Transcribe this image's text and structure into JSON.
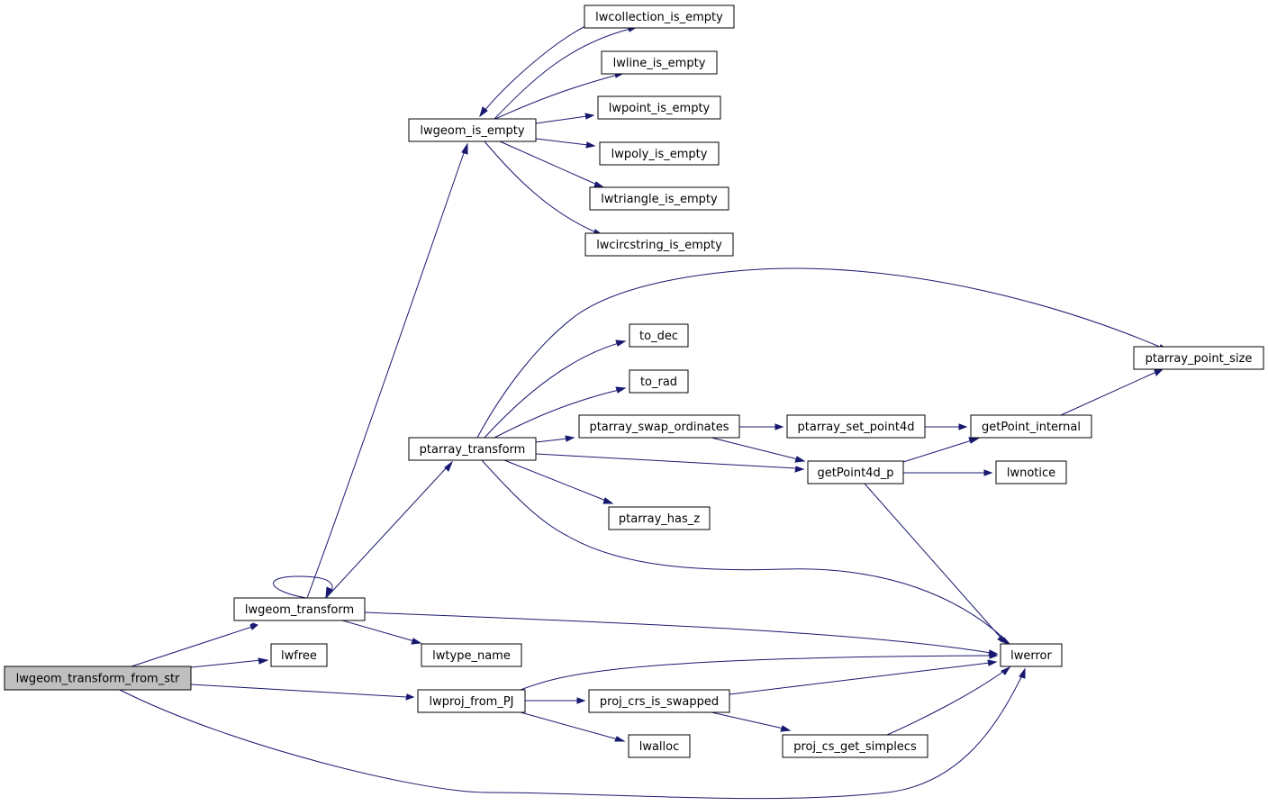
{
  "colors": {
    "edge": "#191970",
    "node_fill": "#ffffff",
    "root_fill": "#bfbfbf",
    "border": "#000000",
    "text": "#000000"
  },
  "nodes": [
    {
      "id": "lwgeom_transform_from_str",
      "label": "lwgeom_transform_from_str",
      "root": true
    },
    {
      "id": "lwgeom_transform",
      "label": "lwgeom_transform"
    },
    {
      "id": "lwfree",
      "label": "lwfree"
    },
    {
      "id": "lwproj_from_PJ",
      "label": "lwproj_from_PJ"
    },
    {
      "id": "lwerror",
      "label": "lwerror"
    },
    {
      "id": "lwgeom_is_empty",
      "label": "lwgeom_is_empty"
    },
    {
      "id": "ptarray_transform",
      "label": "ptarray_transform"
    },
    {
      "id": "lwtype_name",
      "label": "lwtype_name"
    },
    {
      "id": "lwcollection_is_empty",
      "label": "lwcollection_is_empty"
    },
    {
      "id": "lwline_is_empty",
      "label": "lwline_is_empty"
    },
    {
      "id": "lwpoint_is_empty",
      "label": "lwpoint_is_empty"
    },
    {
      "id": "lwpoly_is_empty",
      "label": "lwpoly_is_empty"
    },
    {
      "id": "lwtriangle_is_empty",
      "label": "lwtriangle_is_empty"
    },
    {
      "id": "lwcircstring_is_empty",
      "label": "lwcircstring_is_empty"
    },
    {
      "id": "to_dec",
      "label": "to_dec"
    },
    {
      "id": "to_rad",
      "label": "to_rad"
    },
    {
      "id": "ptarray_swap_ordinates",
      "label": "ptarray_swap_ordinates"
    },
    {
      "id": "ptarray_has_z",
      "label": "ptarray_has_z"
    },
    {
      "id": "ptarray_set_point4d",
      "label": "ptarray_set_point4d"
    },
    {
      "id": "getPoint4d_p",
      "label": "getPoint4d_p"
    },
    {
      "id": "getPoint_internal",
      "label": "getPoint_internal"
    },
    {
      "id": "lwnotice",
      "label": "lwnotice"
    },
    {
      "id": "ptarray_point_size",
      "label": "ptarray_point_size"
    },
    {
      "id": "proj_crs_is_swapped",
      "label": "proj_crs_is_swapped"
    },
    {
      "id": "lwalloc",
      "label": "lwalloc"
    },
    {
      "id": "proj_cs_get_simplecs",
      "label": "proj_cs_get_simplecs"
    }
  ],
  "edges": [
    {
      "from": "lwgeom_transform_from_str",
      "to": "lwgeom_transform"
    },
    {
      "from": "lwgeom_transform_from_str",
      "to": "lwfree"
    },
    {
      "from": "lwgeom_transform_from_str",
      "to": "lwproj_from_PJ"
    },
    {
      "from": "lwgeom_transform_from_str",
      "to": "lwerror"
    },
    {
      "from": "lwgeom_transform",
      "to": "lwgeom_transform"
    },
    {
      "from": "lwgeom_transform",
      "to": "lwgeom_is_empty"
    },
    {
      "from": "lwgeom_transform",
      "to": "ptarray_transform"
    },
    {
      "from": "lwgeom_transform",
      "to": "lwtype_name"
    },
    {
      "from": "lwgeom_transform",
      "to": "lwerror"
    },
    {
      "from": "lwgeom_is_empty",
      "to": "lwcollection_is_empty"
    },
    {
      "from": "lwcollection_is_empty",
      "to": "lwgeom_is_empty"
    },
    {
      "from": "lwgeom_is_empty",
      "to": "lwline_is_empty"
    },
    {
      "from": "lwgeom_is_empty",
      "to": "lwpoint_is_empty"
    },
    {
      "from": "lwgeom_is_empty",
      "to": "lwpoly_is_empty"
    },
    {
      "from": "lwgeom_is_empty",
      "to": "lwtriangle_is_empty"
    },
    {
      "from": "lwgeom_is_empty",
      "to": "lwcircstring_is_empty"
    },
    {
      "from": "ptarray_transform",
      "to": "ptarray_point_size"
    },
    {
      "from": "ptarray_transform",
      "to": "to_dec"
    },
    {
      "from": "ptarray_transform",
      "to": "to_rad"
    },
    {
      "from": "ptarray_transform",
      "to": "ptarray_swap_ordinates"
    },
    {
      "from": "ptarray_transform",
      "to": "getPoint4d_p"
    },
    {
      "from": "ptarray_transform",
      "to": "ptarray_has_z"
    },
    {
      "from": "ptarray_transform",
      "to": "lwerror"
    },
    {
      "from": "ptarray_swap_ordinates",
      "to": "ptarray_set_point4d"
    },
    {
      "from": "ptarray_swap_ordinates",
      "to": "getPoint4d_p"
    },
    {
      "from": "ptarray_set_point4d",
      "to": "getPoint_internal"
    },
    {
      "from": "getPoint_internal",
      "to": "ptarray_point_size"
    },
    {
      "from": "getPoint4d_p",
      "to": "getPoint_internal"
    },
    {
      "from": "getPoint4d_p",
      "to": "lwnotice"
    },
    {
      "from": "getPoint4d_p",
      "to": "lwerror"
    },
    {
      "from": "lwproj_from_PJ",
      "to": "lwerror"
    },
    {
      "from": "lwproj_from_PJ",
      "to": "proj_crs_is_swapped"
    },
    {
      "from": "lwproj_from_PJ",
      "to": "lwalloc"
    },
    {
      "from": "proj_crs_is_swapped",
      "to": "lwerror"
    },
    {
      "from": "proj_crs_is_swapped",
      "to": "proj_cs_get_simplecs"
    },
    {
      "from": "proj_cs_get_simplecs",
      "to": "lwerror"
    }
  ]
}
